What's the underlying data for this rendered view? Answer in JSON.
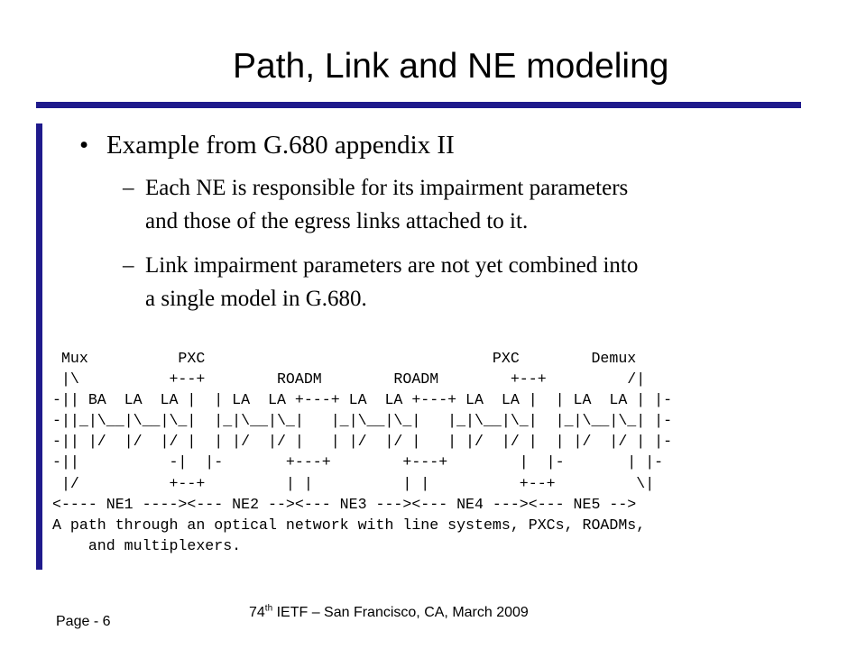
{
  "slide": {
    "title": "Path, Link and NE modeling",
    "accent_color": "#1f1a8c",
    "bullet_symbol": "•",
    "bullet": "Example from G.680 appendix II",
    "sub_dash": "–",
    "sub1_line1": "Each NE is responsible for its impairment parameters",
    "sub1_line2": "and those of the egress links attached to it.",
    "sub2_line1": "Link impairment parameters are not yet combined into",
    "sub2_line2": "a single model in G.680.",
    "figure_ascii": " Mux          PXC                                PXC        Demux\n |\\          +--+        ROADM        ROADM        +--+         /|\n-|| BA  LA  LA |  | LA  LA +---+ LA  LA +---+ LA  LA |  | LA  LA | |-\n-||_|\\__|\\__|\\_|  |_|\\__|\\_|   |_|\\__|\\_|   |_|\\__|\\_|  |_|\\__|\\_| |-\n-|| |/  |/  |/ |  | |/  |/ |   | |/  |/ |   | |/  |/ |  | |/  |/ | |-\n-||          -|  |-       +---+        +---+        |  |-       | |-\n |/          +--+         | |          | |          +--+         \\|\n<---- NE1 ----><--- NE2 --><--- NE3 ---><--- NE4 ---><--- NE5 -->\nA path through an optical network with line systems, PXCs, ROADMs,\n    and multiplexers."
  },
  "footer": {
    "page": "Page - 6",
    "ietf_number": "74",
    "ietf_sup": "th",
    "ietf_rest": " IETF – San Francisco, CA, March 2009"
  }
}
